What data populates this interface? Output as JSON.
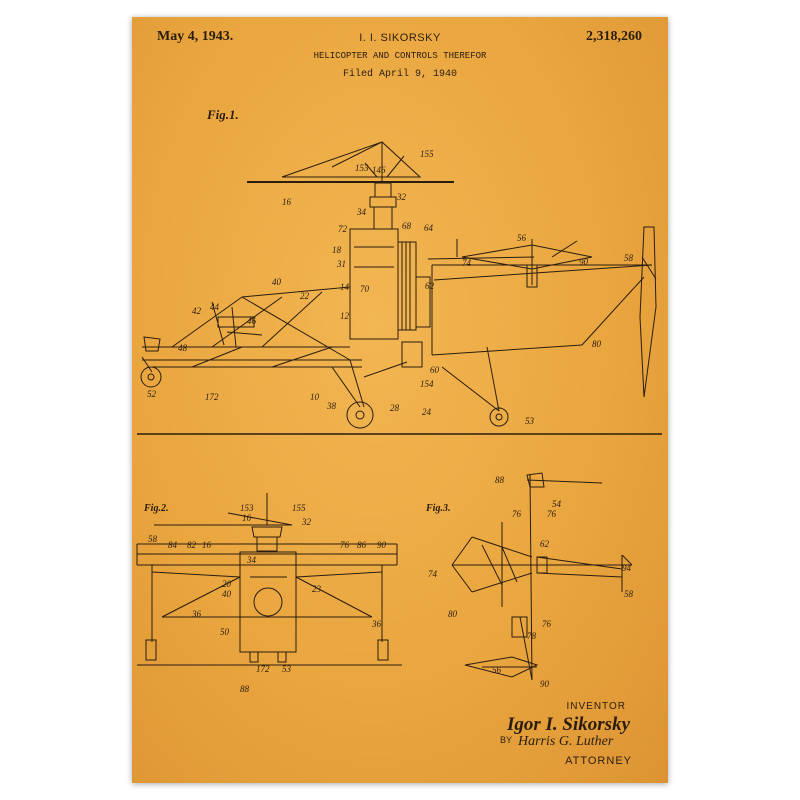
{
  "header": {
    "date": "May 4, 1943.",
    "inventor_name": "I. I. SIKORSKY",
    "patent_number": "2,318,260",
    "title": "HELICOPTER AND CONTROLS THEREFOR",
    "filed": "Filed April 9, 1940"
  },
  "figures": {
    "fig1_label": "Fig.1.",
    "fig2_label": "Fig.2.",
    "fig3_label": "Fig.3."
  },
  "signature": {
    "inventor_label": "INVENTOR",
    "inventor_signature": "Igor I. Sikorsky",
    "by_label": "BY",
    "attorney_signature": "Harris G. Luther",
    "attorney_label": "ATTORNEY"
  },
  "colors": {
    "paper": "#eaa63f",
    "ink": "#2a1d10"
  }
}
